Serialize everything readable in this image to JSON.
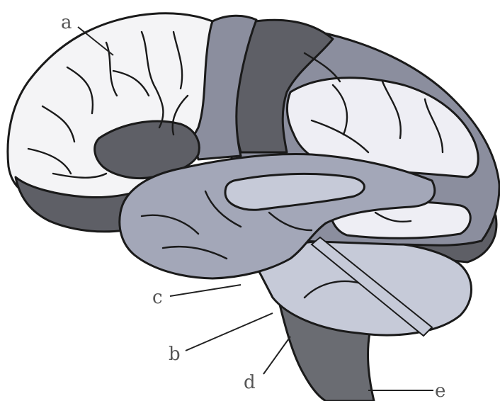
{
  "labels": {
    "a": "a",
    "b": "b",
    "c": "c",
    "d": "d",
    "e": "e"
  },
  "colors": {
    "frontal": "#f4f4f6",
    "parietal": "#eeeef4",
    "dark_band": "#5e5f66",
    "mid_band": "#8b8e9e",
    "temporal": "#a3a7b8",
    "cerebellum": "#c6cad8",
    "brainstem": "#6a6c72",
    "background": "#ffffff"
  }
}
